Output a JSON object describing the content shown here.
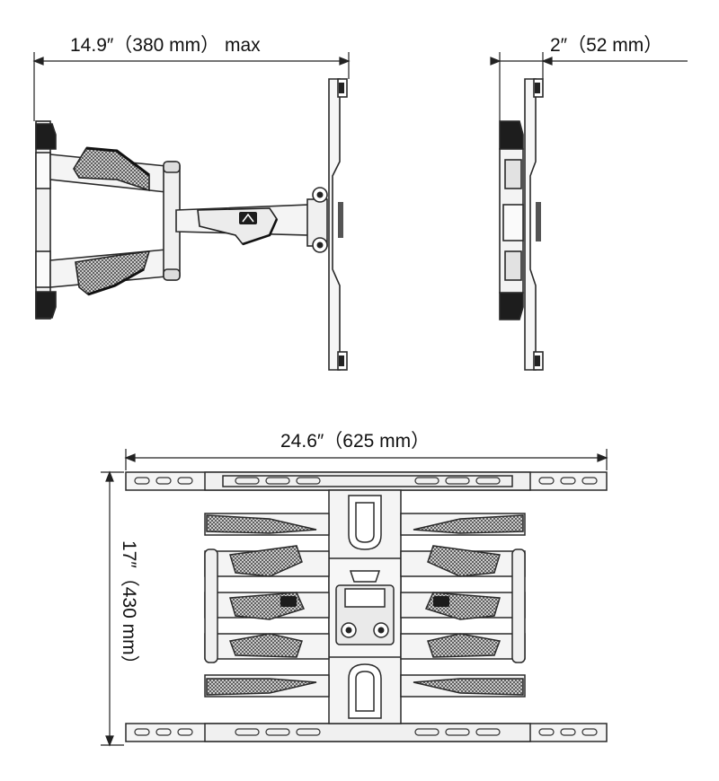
{
  "dimensions": {
    "max_extension": "14.9″（380 mm） max",
    "depth": "2″（52 mm）",
    "width": "24.6″（625 mm）",
    "height": "17″（430 mm）"
  },
  "colors": {
    "line": "#2a2a2a",
    "dark": "#1a1a1a",
    "fill": "#f4f4f4",
    "hatch": "#5a5a5a"
  },
  "icons": {
    "brand_badge": "brand-logo-icon"
  }
}
